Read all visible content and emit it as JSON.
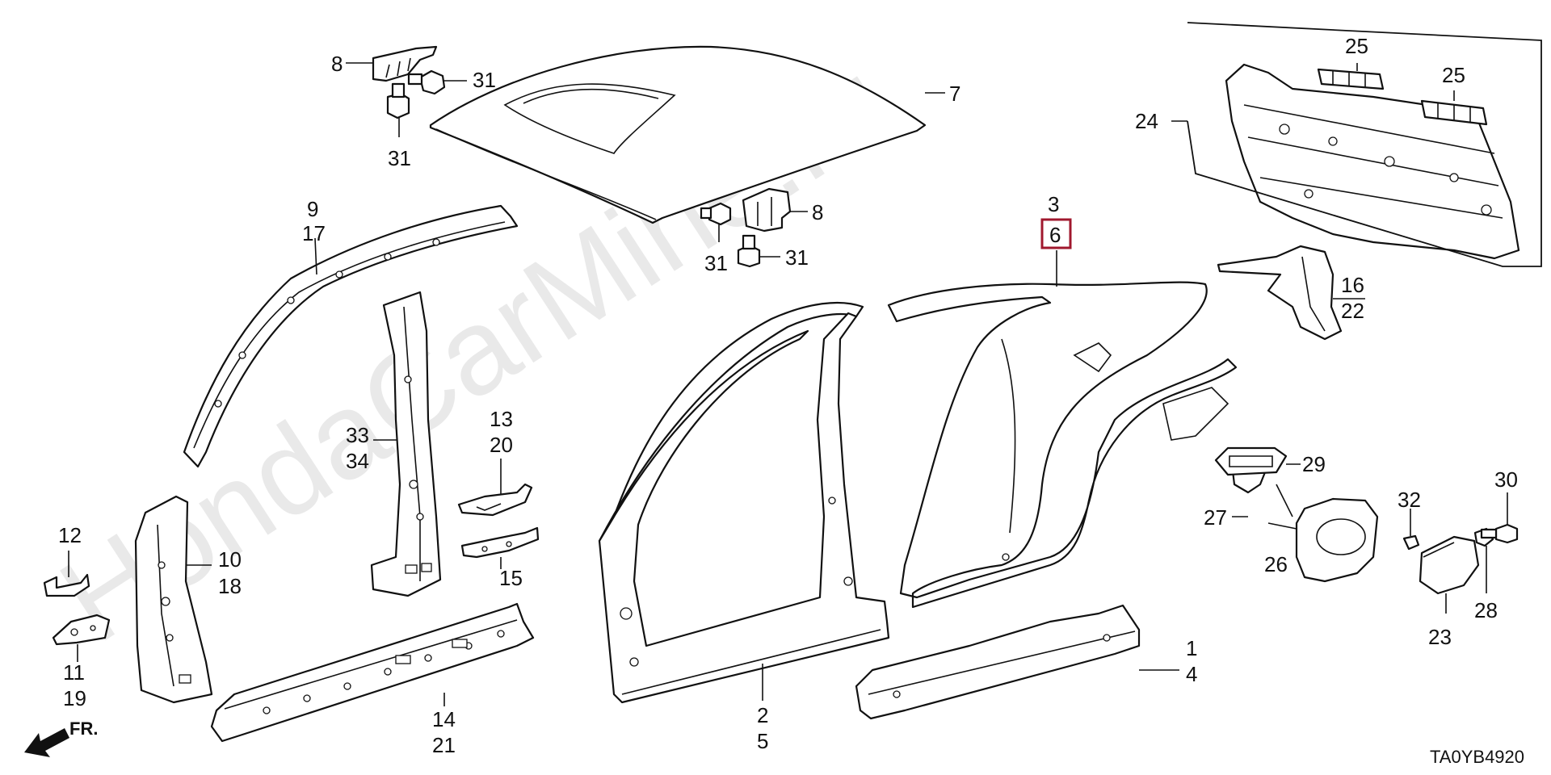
{
  "watermark": "HondaCarMine.ru",
  "diagram_code": "TA0YB4920",
  "direction_label": "FR.",
  "highlight_color": "#a0182e",
  "callouts": {
    "c1": "1",
    "c2": "2",
    "c3": "3",
    "c4": "4",
    "c5": "5",
    "c6": "6",
    "c7": "7",
    "c8a": "8",
    "c8b": "8",
    "c9": "9",
    "c10": "10",
    "c11": "11",
    "c12": "12",
    "c13": "13",
    "c14": "14",
    "c15": "15",
    "c16": "16",
    "c17": "17",
    "c18": "18",
    "c19": "19",
    "c20": "20",
    "c21": "21",
    "c22": "22",
    "c23": "23",
    "c24": "24",
    "c25a": "25",
    "c25b": "25",
    "c26": "26",
    "c27": "27",
    "c28": "28",
    "c29": "29",
    "c30": "30",
    "c31a": "31",
    "c31b": "31",
    "c31c": "31",
    "c31d": "31",
    "c32": "32",
    "c33": "33",
    "c34": "34"
  }
}
